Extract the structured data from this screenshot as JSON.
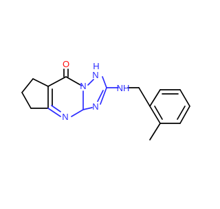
{
  "molecule": {
    "atoms": {
      "oxygen": "O",
      "n1": "N",
      "n1_h": "H",
      "n3": "N",
      "n_pyr": "N",
      "n_bridge": "N",
      "nh": "NH"
    }
  },
  "colors": {
    "carbon": "#000000",
    "nitrogen": "#2c2cff",
    "oxygen": "#ff0d0d",
    "background": "#ffffff"
  }
}
